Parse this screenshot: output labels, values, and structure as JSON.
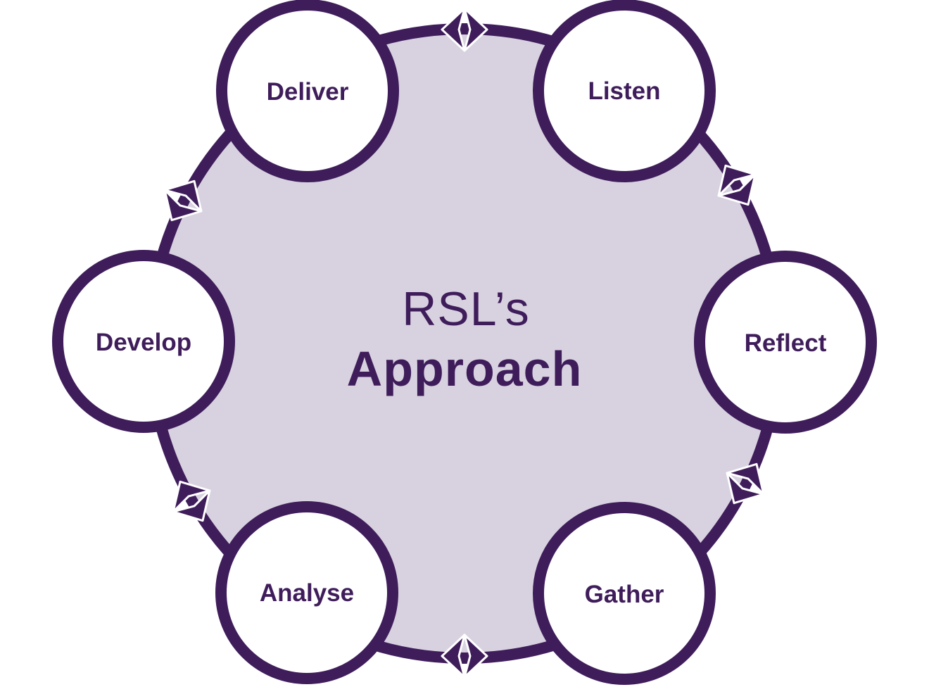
{
  "diagram": {
    "title_line1": "RSL’s",
    "title_line2": "Approach",
    "stages": [
      {
        "id": "deliver",
        "label": "Deliver"
      },
      {
        "id": "listen",
        "label": "Listen"
      },
      {
        "id": "reflect",
        "label": "Reflect"
      },
      {
        "id": "gather",
        "label": "Gather"
      },
      {
        "id": "analyse",
        "label": "Analyse"
      },
      {
        "id": "develop",
        "label": "Develop"
      }
    ]
  },
  "colors": {
    "stroke": "#3f1d5b",
    "fill": "#d8d2e0",
    "node_fill": "#ffffff"
  }
}
